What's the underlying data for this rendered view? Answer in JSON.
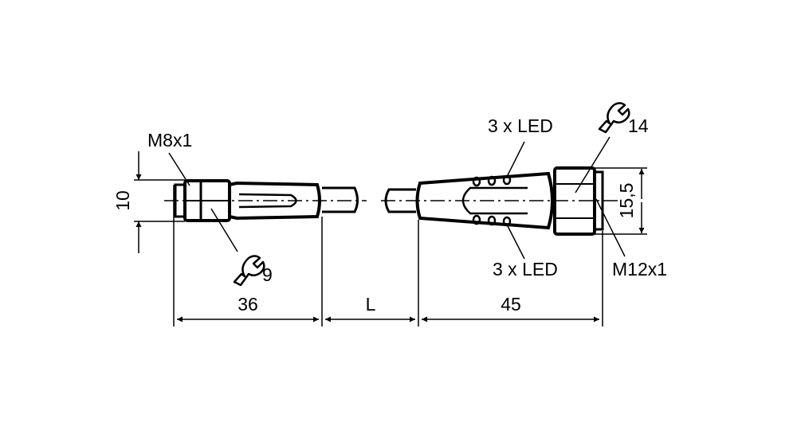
{
  "labels": {
    "m8": "M8x1",
    "m12": "M12x1",
    "led_top": "3 x LED",
    "led_bottom": "3 x LED",
    "wrench_left": "9",
    "wrench_right": "14",
    "dim_10": "10",
    "dim_15_5": "15,5",
    "dim_36": "36",
    "dim_L": "L",
    "dim_45": "45"
  },
  "colors": {
    "line": "#000000",
    "background": "#ffffff"
  },
  "icons": [
    "wrench-icon",
    "wrench-icon"
  ]
}
